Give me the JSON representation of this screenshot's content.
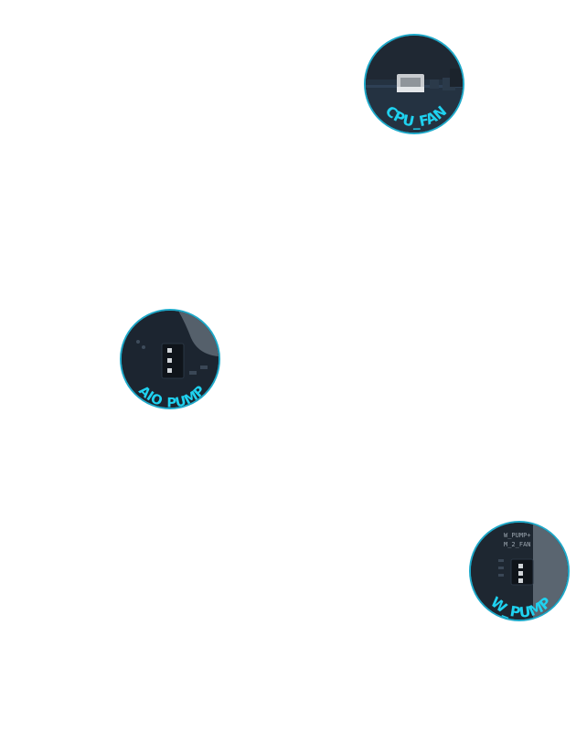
{
  "accent_color": "#1fd2f0",
  "callouts": [
    {
      "label": "CPU_FAN",
      "icon": "fan-header-connector-icon"
    },
    {
      "label": "AIO_PUMP",
      "icon": "pump-header-connector-icon"
    },
    {
      "label": "W_PUMP",
      "icon": "water-pump-header-connector-icon",
      "silkscreen": [
        "W_PUMP+",
        "M_2_FAN"
      ]
    }
  ]
}
